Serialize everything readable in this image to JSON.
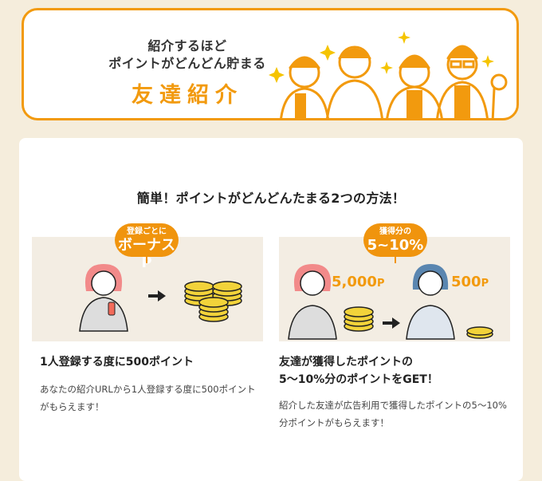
{
  "banner": {
    "subtitle_line1": "紹介するほど",
    "subtitle_line2": "ポイントがどんどん貯まる",
    "title": "友達紹介",
    "illustration": "four-friends-illustration"
  },
  "main": {
    "heading": "簡単！ポイントがどんどんたまる2つの方法！",
    "methods": [
      {
        "bubble_small": "登録ごとに",
        "bubble_big": "ボーナスP",
        "illustration": "person-phone-to-coins",
        "title": "1人登録する度に500ポイント",
        "description": "あなたの紹介URLから1人登録する度に500ポイントがもらえます！"
      },
      {
        "bubble_small": "獲得分の",
        "bubble_big": "5~10%",
        "illustration": "friend-points-share",
        "points_from": "5,000",
        "points_to": "500",
        "points_unit": "P",
        "title_line1": "友達が獲得したポイントの",
        "title_line2": "5〜10%分のポイントをGET！",
        "description": "紹介した友達が広告利用で獲得したポイントの5〜10%分ポイントがもらえます！"
      }
    ]
  },
  "colors": {
    "accent": "#F29A0E",
    "background": "#F5EDDC",
    "panel": "#F3EDE3",
    "coin": "#F2D33A"
  }
}
